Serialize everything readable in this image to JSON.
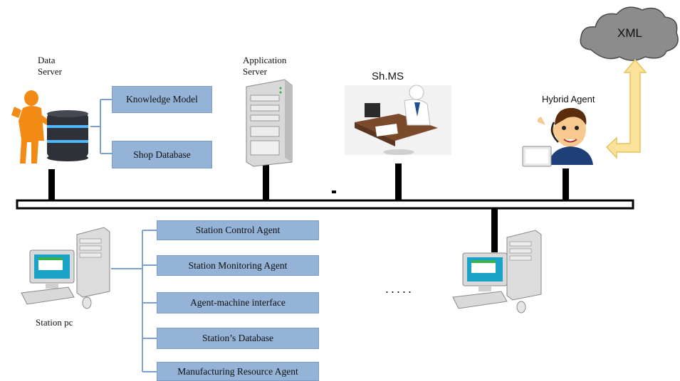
{
  "top": {
    "data_server_label": "Data\nServer",
    "application_server_label": "Application\nServer",
    "shms_label": "Sh.MS",
    "hybrid_agent_label": "Hybrid Agent",
    "xml_label": "XML",
    "data_server_boxes": [
      "Knowledge Model",
      "Shop Database"
    ]
  },
  "bottom": {
    "station_pc_label": "Station pc",
    "station_boxes": [
      "Station Control Agent",
      "Station Monitoring  Agent",
      "Agent-machine  interface",
      "Station’s Database",
      "Manufacturing  Resource Agent"
    ],
    "ellipsis": "....."
  },
  "colors": {
    "box_fill": "#95b3d7",
    "bus": "#000000",
    "cloud": "#8c8c8c",
    "arrow": "#f5d76e"
  }
}
